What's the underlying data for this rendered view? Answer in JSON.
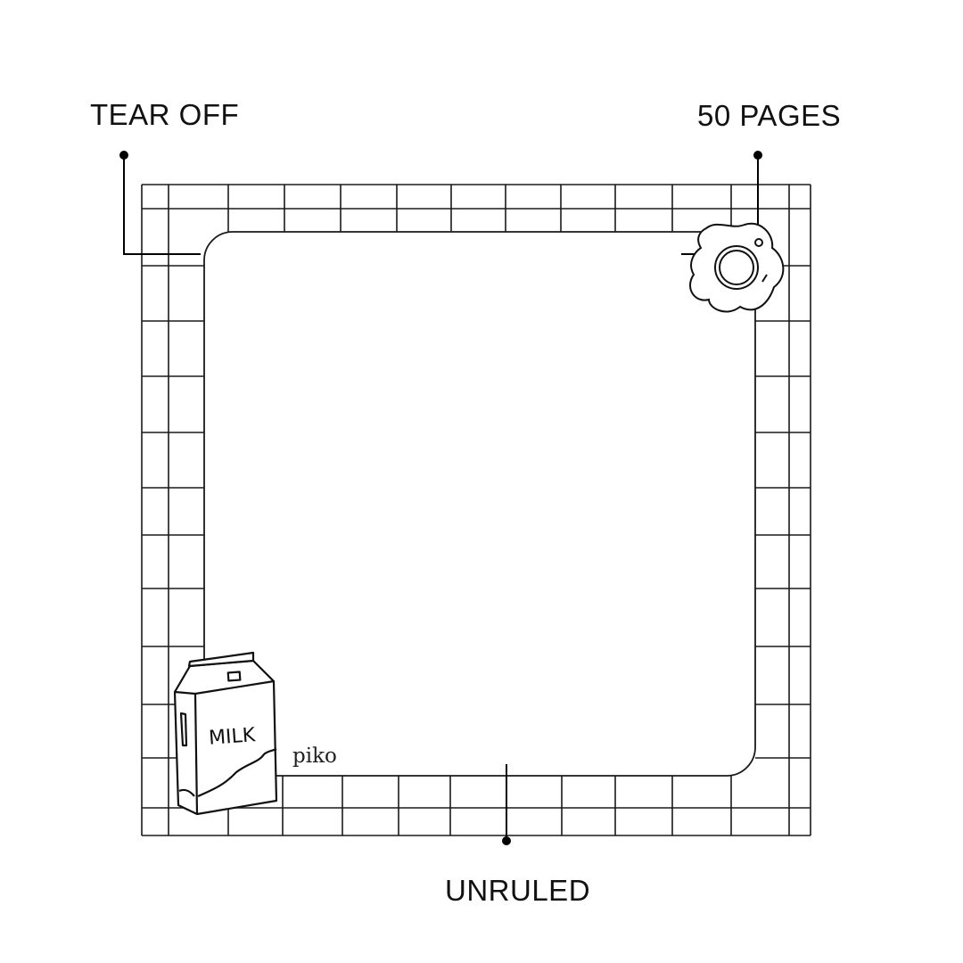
{
  "callouts": {
    "tear_off": "TEAR OFF",
    "pages": "50 PAGES",
    "unruled": "UNRULED"
  },
  "illustration": {
    "brand": "piko",
    "carton_text": "MILK",
    "line_color": "#1a1a1a"
  }
}
